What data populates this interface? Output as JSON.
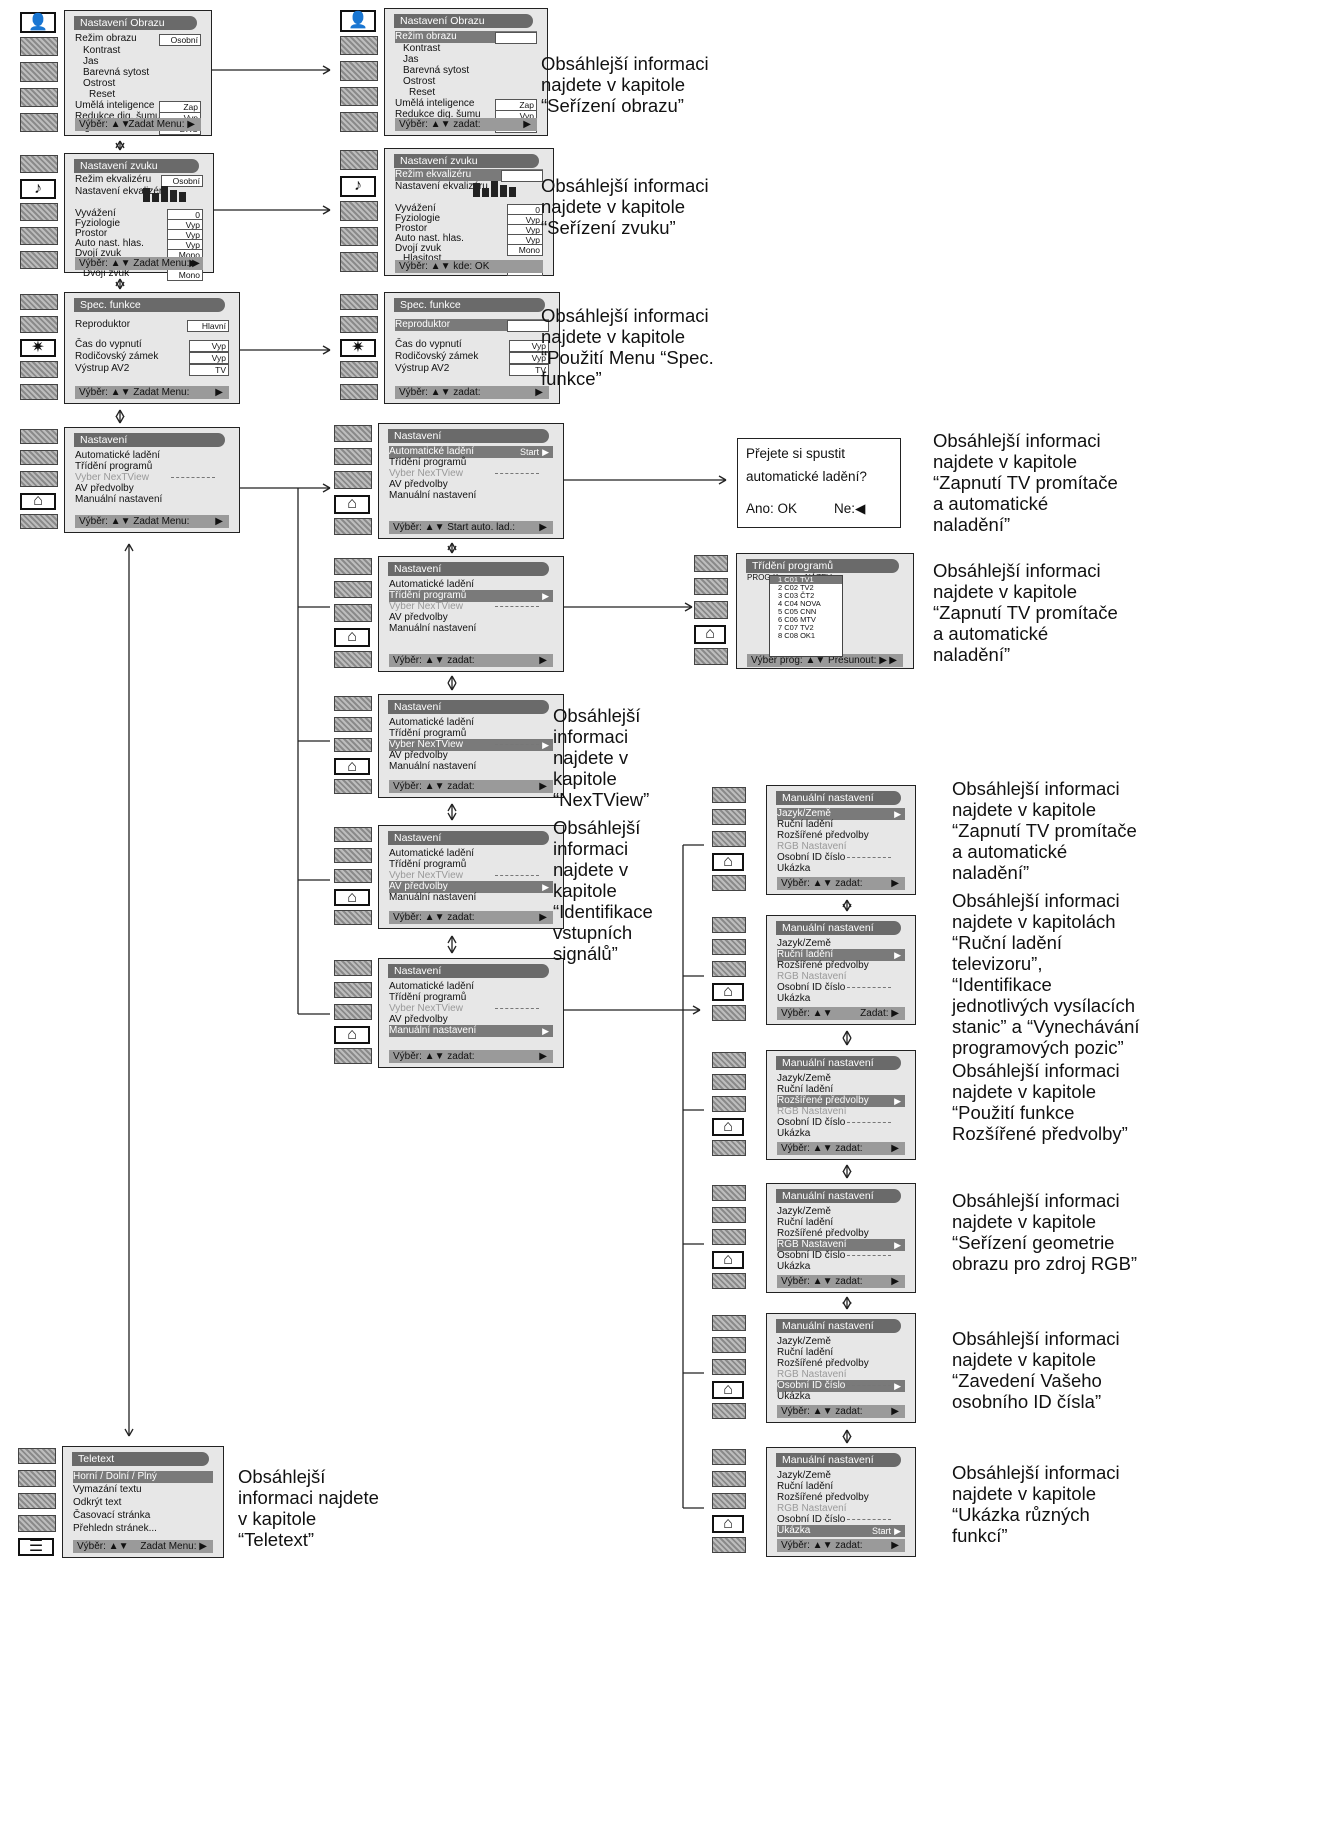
{
  "menus": {
    "picture": {
      "title": "Nastavení Obrazu",
      "rows": [
        {
          "label": "Režim obrazu",
          "value": "Osobní"
        },
        {
          "label": "Kontrast",
          "value": ""
        },
        {
          "label": "Jas",
          "value": ""
        },
        {
          "label": "Barevná sytost",
          "value": ""
        },
        {
          "label": "Ostrost",
          "value": ""
        },
        {
          "label": "Reset",
          "value": ""
        },
        {
          "label": "Umělá inteligence",
          "value": "Zap"
        },
        {
          "label": "Redukce dig. šumu",
          "value": "Vyp"
        },
        {
          "label": "Digitální Režim",
          "value": "DRC"
        }
      ],
      "footer_left": "Výběr: ▲▼",
      "footer_right": "Zadat Menu: ▶",
      "footer_alt": "Výběr: ▲▼ zadat:"
    },
    "sound": {
      "title": "Nastavení zvuku",
      "rows": [
        {
          "label": "Režim ekvalizéru",
          "value": "Osobní"
        },
        {
          "label": "Nastavení ekvalizéru",
          "value": ""
        },
        {
          "label": "Vyvážení",
          "value": "0"
        },
        {
          "label": "Fyziologie",
          "value": "Vyp"
        },
        {
          "label": "Prostor",
          "value": "Vyp"
        },
        {
          "label": "Auto nast. hlas.",
          "value": "Vyp"
        },
        {
          "label": "Dvojí zvuk",
          "value": "Mono"
        },
        {
          "label": "Hlasitost",
          "value": ""
        },
        {
          "label": "Dvojí zvuk",
          "value": "Mono"
        }
      ],
      "footer_left": "Výběr: ▲▼ Zadat Menu: ▶",
      "footer_alt": "Výběr: ▲▼ kde: OK"
    },
    "special": {
      "title": "Spec. funkce",
      "rows": [
        {
          "label": "Reproduktor",
          "value": "Hlavní"
        },
        {
          "label": "Čas do vypnutí",
          "value": "Vyp"
        },
        {
          "label": "Rodičovský zámek",
          "value": "Vyp"
        },
        {
          "label": "Výstrup AV2",
          "value": "TV"
        }
      ],
      "footer_left": "Výběr: ▲▼ Zadat Menu:",
      "footer_alt": "Výběr: ▲▼ zadat:"
    },
    "setup": {
      "title": "Nastavení",
      "items": [
        "Automatické ladění",
        "Třídění programů",
        "Vyber NexTView",
        "AV předvolby",
        "Manuální nastavení"
      ],
      "start": "Start",
      "footer_left": "Výběr: ▲▼ Zadat Menu:",
      "footer_start": "Výběr: ▲▼ Start auto. lad.:",
      "footer_alt": "Výběr: ▲▼ zadat:"
    },
    "manual": {
      "title": "Manuální nastavení",
      "items": [
        "Jazyk/Země",
        "Ruční ladění",
        "Rozšířené předvolby",
        "RGB Nastavení",
        "Osobní ID číslo",
        "Ukázka"
      ],
      "start": "Start",
      "footer_left": "Výběr: ▲▼ zadat:",
      "footer_alt": "Výběr: ▲▼",
      "footer_right": "Zadat: ▶"
    },
    "sorting": {
      "title": "Třídění programů",
      "col1": "PROG.",
      "col2": "K",
      "col3": "NÁZEV",
      "list": [
        "1 C01 TV1",
        "2 C02 TV2",
        "3 C03 ČT2",
        "4 C04 NOVA",
        "5 C05 CNN",
        "6 C06 MTV",
        "7 C07 TV2",
        "8 C08 OK1"
      ],
      "footer": "Výběr prog: ▲▼ Přesunout: ▶"
    },
    "teletext": {
      "title": "Teletext",
      "items": [
        "Horní / Dolní / Plný",
        "Vymazání textu",
        "Odkrýt text",
        "Časovací stránka",
        "Přehledn stránek..."
      ],
      "footer_left": "Výběr: ▲▼",
      "footer_right": "Zadat Menu: ▶"
    }
  },
  "question": {
    "line1": "Přejete si spustit",
    "line2": "automatické ladění?",
    "yes": "Ano: OK",
    "no": "Ne:◀"
  },
  "descriptions": {
    "picture": [
      "Obsáhlejší informaci",
      "najdete v kapitole",
      "“Seřízení obrazu”"
    ],
    "sound": [
      "Obsáhlejší informaci",
      "najdete v kapitole",
      "“Seřízení zvuku”"
    ],
    "special": [
      "Obsáhlejší informaci",
      "najdete v kapitole",
      "“Použití Menu “Spec.",
      "funkce”"
    ],
    "autotune": [
      "Obsáhlejší informaci",
      "najdete v kapitole",
      "“Zapnutí TV promítače",
      "a automatické",
      "naladění”"
    ],
    "sorting": [
      "Obsáhlejší informaci",
      "najdete v kapitole",
      "“Zapnutí TV promítače",
      "a automatické",
      "naladění”"
    ],
    "nextview": [
      "Obsáhlejší",
      "informaci",
      "najdete v",
      "kapitole",
      "“NexTView”"
    ],
    "av": [
      "Obsáhlejší",
      "informaci",
      "najdete v",
      "kapitole",
      "“Identifikace",
      "vstupních",
      "signálů”"
    ],
    "language": [
      "Obsáhlejší informaci",
      "najdete v kapitole",
      "“Zapnutí TV promítače",
      "a automatické",
      "naladění”"
    ],
    "manualtune": [
      "Obsáhlejší informaci",
      "najdete v kapitolách",
      "“Ruční ladění",
      "televizoru”,",
      "“Identifikace",
      "jednotlivých vysílacích",
      "stanic” a “Vynechávání",
      "programových pozic”"
    ],
    "extended": [
      "Obsáhlejší informaci",
      "najdete v kapitole",
      "“Použití funkce",
      "Rozšířené předvolby”"
    ],
    "rgb": [
      "Obsáhlejší informaci",
      "najdete v kapitole",
      "“Seřízení geometrie",
      "obrazu pro zdroj RGB”"
    ],
    "personalid": [
      "Obsáhlejší informaci",
      "najdete v kapitole",
      "“Zavedení Vašeho",
      "osobního ID čísla”"
    ],
    "demo": [
      "Obsáhlejší informaci",
      "najdete v kapitole",
      "“Ukázka různých",
      "funkcí”"
    ],
    "teletext": [
      "Obsáhlejší",
      "informaci najdete",
      "v kapitole",
      "“Teletext”"
    ]
  }
}
